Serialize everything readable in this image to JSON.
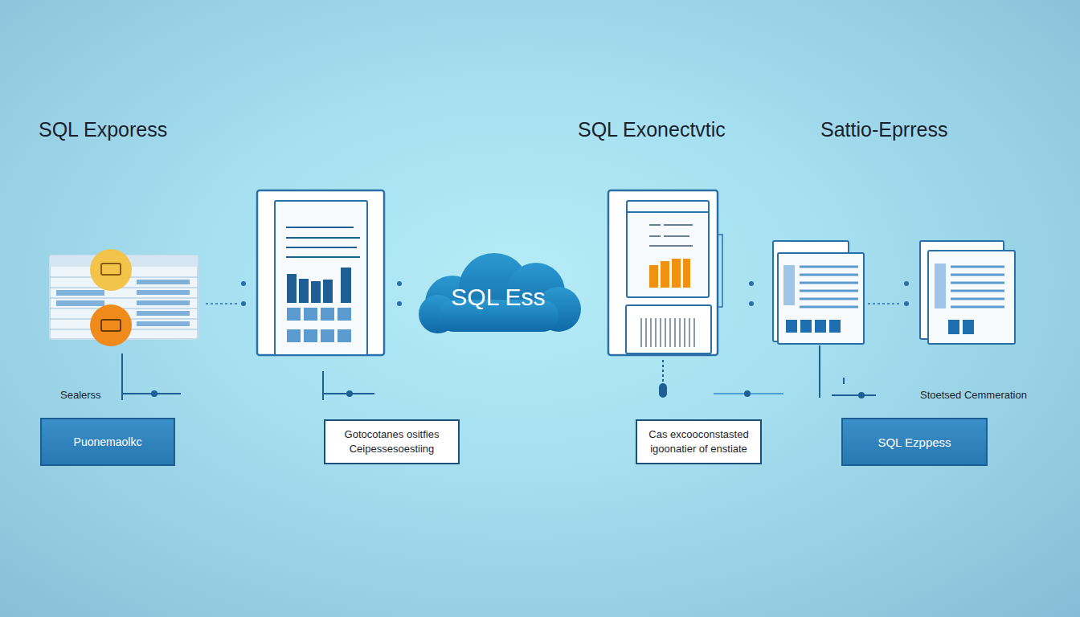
{
  "diagram": {
    "nodes": [
      {
        "text": [
          "SQL Ess"
        ]
      },
      {
        "text": [
          "Puonemaolkc"
        ]
      },
      {
        "text": [
          "Gotocotanes ositfies Ceipessesoestiing"
        ]
      },
      {
        "text": [
          "Cas excooconstasted igoonatier of enstiate"
        ]
      },
      {
        "text": [
          "SQL Ezppess"
        ]
      }
    ],
    "labels": [
      "SQL Exporess",
      "SQL Exonectvtic",
      "Sattio-Eprress",
      "Sealerss",
      "Stoetsed Cemmeration"
    ]
  }
}
